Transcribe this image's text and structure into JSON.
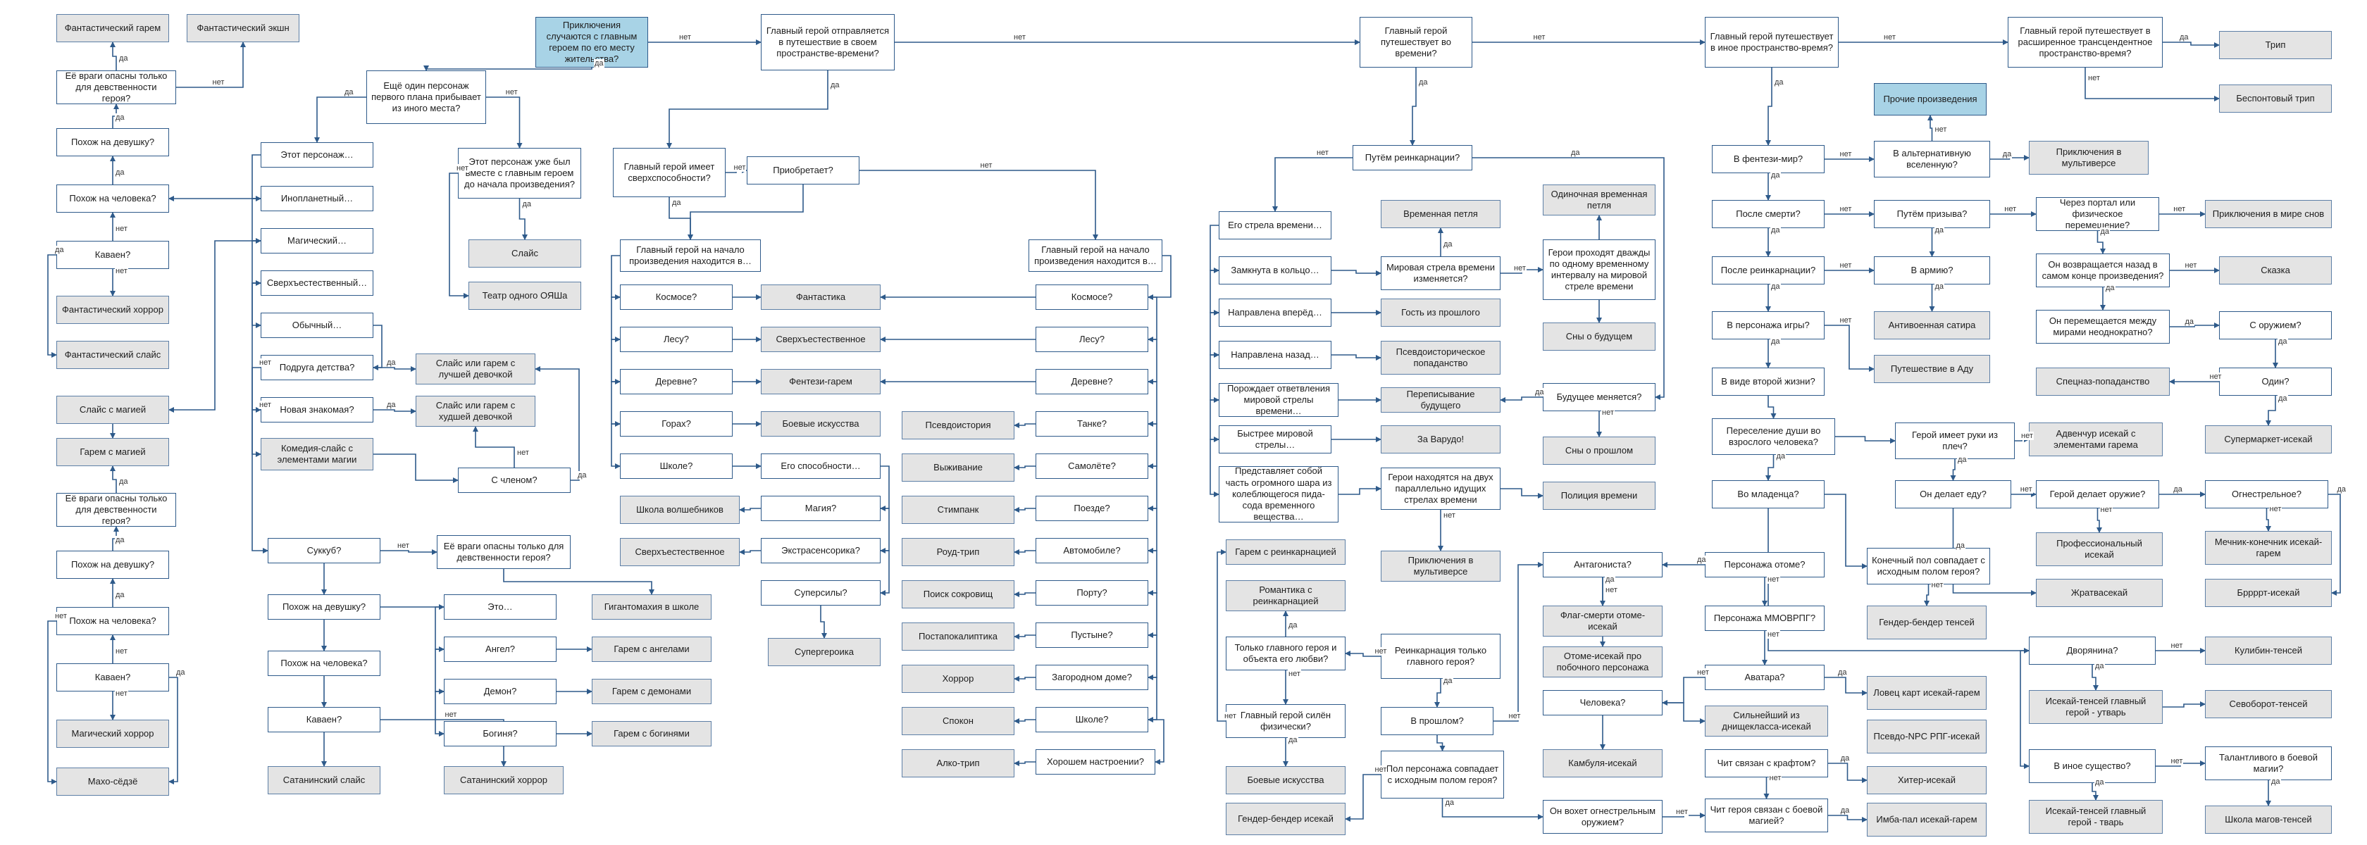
{
  "nodes": {
    "start": "Приключения случаются с главным героем по его месту жительства?",
    "travel": "Главный герой отправляется в путешествие в своем пространстве-времени?",
    "time_travel": "Главный герой путешествует во времени?",
    "other_spacetime": "Главный герой путешествует в иное пространство-время?",
    "transcend": "Главный герой путешествует в расширенное трансцендентное пространство-время?",
    "trip": "Трип",
    "bad_trip": "Беспонтовый трип",
    "other_works": "Прочие произведения",
    "fant_harem": "Фантастический гарем",
    "fant_action": "Фантастический экшн",
    "virgins1": "Её враги опасны только для девственности героя?",
    "like_girl1": "Похож на девушку?",
    "like_human1": "Похож на человека?",
    "kawaii1": "Каваен?",
    "fant_horror": "Фантастический хоррор",
    "fant_slice": "Фантастический слайс",
    "another_char": "Ещё один персонаж первого плана прибывает из иного места?",
    "this_char": "Этот персонаж…",
    "alien": "Инопланетный…",
    "magic": "Магический…",
    "supernat": "Сверхъестественный…",
    "ordinary": "Обычный…",
    "already_with": "Этот персонаж уже был вместе с главным героем до начала произведения?",
    "slice": "Слайс",
    "oyasha": "Театр одного ОЯШа",
    "childhood": "Подруга детства?",
    "new_acq": "Новая знакомая?",
    "harem_best": "Слайс или гарем с лучшей девочкой",
    "harem_worst": "Слайс или гарем с худшей девочкой",
    "comedy_slice": "Комедия-слайс с элементами магии",
    "with_member": "С членом?",
    "slice_magic": "Слайс с магией",
    "harem_magic": "Гарем с магией",
    "virgins2": "Её враги опасны только для девственности героя?",
    "like_girl2": "Похож на девушку?",
    "like_human2": "Похож на человека?",
    "kawaii2": "Каваен?",
    "magic_horror": "Магический хоррор",
    "maho": "Махо-сёдзё",
    "succubus": "Суккуб?",
    "virgins3": "Её враги опасны только для девственности героя?",
    "like_girl3": "Похож на девушку?",
    "like_human3": "Похож на человека?",
    "kawaii3": "Каваен?",
    "satan_slice": "Сатанинский слайс",
    "satan_horror": "Сатанинский хоррор",
    "gigant": "Гигантомахия в школе",
    "this_is": "Это…",
    "angel": "Ангел?",
    "demon": "Демон?",
    "goddess": "Богиня?",
    "harem_angels": "Гарем с ангелами",
    "harem_demons": "Гарем с демонами",
    "harem_goddess": "Гарем с богинями",
    "superpowers": "Главный герой имеет сверхспособности?",
    "acquires": "Приобретает?",
    "loc_a": "Главный герой на начало произведения находится в…",
    "loc_b": "Главный герой на начало произведения находится в…",
    "space_a": "Космосе?",
    "forest_a": "Лесу?",
    "village_a": "Деревне?",
    "mountain_a": "Горах?",
    "school_a": "Школе?",
    "fantastika": "Фантастика",
    "supernatural": "Сверхъестественное",
    "fantasy_harem": "Фентези-гарем",
    "martial_arts": "Боевые искусства",
    "his_abilities": "Его способности…",
    "magic_q": "Магия?",
    "extrasens": "Экстрасенсорика?",
    "superforce": "Суперсилы?",
    "supergero": "Супергероика",
    "wiz_school": "Школа волшебников",
    "supernat2": "Сверхъестественное",
    "space_b": "Космосе?",
    "forest_b": "Лесу?",
    "village_b": "Деревне?",
    "tank": "Танке?",
    "plane": "Самолёте?",
    "train": "Поезде?",
    "car": "Автомобиле?",
    "port": "Порту?",
    "desert": "Пустыне?",
    "country": "Загородном доме?",
    "school_b": "Школе?",
    "good_mood": "Хорошем настроении?",
    "pseudo": "Псевдоистория",
    "survival": "Выживание",
    "steampunk": "Стимпанк",
    "roadtrip": "Роуд-трип",
    "treasure": "Поиск сокровищ",
    "postapoc": "Постапокалиптика",
    "horror": "Хоррор",
    "spokon": "Спокон",
    "alcotrip": "Алко-трип",
    "reincarn_path": "Путём реинкарнации?",
    "arrow": "Его стрела времени…",
    "loop": "Замкнута в кольцо…",
    "forward": "Направлена вперёд…",
    "backward": "Направлена назад…",
    "orthogonal": "Порождает ответвления мировой стрелы времени…",
    "faster": "Быстрее мировой стрелы…",
    "sphere": "Представляет собой часть огромного шара из колеблющегося пида-сода временного вещества…",
    "time_loop": "Временная петля",
    "world_arrow": "Мировая стрела времени изменяется?",
    "guest": "Гость из прошлого",
    "pseudohist": "Псевдоисторическое попаданство",
    "rewrite": "Переписывание будущего",
    "varudo": "За Варудо!",
    "two_arrows": "Герои находятся на двух параллельно идущих стрелах времени",
    "multiverse_adv1": "Приключения в мультиверсе",
    "single_loop": "Одиночная временная петля",
    "twice": "Герои проходят дважды по одному временному интервалу на мировой стреле времени",
    "future_dreams": "Сны о будущем",
    "future_changes": "Будущее меняется?",
    "past_dreams": "Сны о прошлом",
    "time_police": "Полиция времени",
    "harem_reinc": "Гарем с реинкарнацией",
    "romance_reinc": "Романтика с реинкарнацией",
    "only_hero": "Только главного героя и объекта его любви?",
    "phys_strong": "Главный герой силён физически?",
    "martial2": "Боевые искусства",
    "gender_isekai": "Гендер-бендер исекай",
    "reinc_only": "Реинкарнация только главного героя?",
    "in_past": "В прошлом?",
    "gender_match": "Пол персонажа совпадает с исходным полом героя?",
    "antagonist": "Антагониста?",
    "flag_death": "Флаг-смерти отоме-исекай",
    "otome_side": "Отоме-исекай про побочного персонажа",
    "human_q": "Человека?",
    "kambula": "Камбуля-исекай",
    "firearm": "Он вохет огнестрельным оружием?",
    "otome_char": "Персонажа отоме?",
    "mmorpg_char": "Персонажа ММОВРПГ?",
    "avatar": "Аватара?",
    "strongest": "Сильнейший из днищекласса-исекай",
    "cheat_craft": "Чит связан с крафтом?",
    "cheat_magic": "Чит героя связан с боевой магией?",
    "fisherman": "Ловец карт исекай-гарем",
    "npc_rpg": "Псевдо-NPC РПГ-исекай",
    "hitre": "Хитер-исекай",
    "imba": "Имба-пал исекай-гарем",
    "in_fantasy": "В фентези-мир?",
    "alt_universe": "В альтернативную вселенную?",
    "multiverse_adv2": "Приключения в мультиверсе",
    "after_death": "После смерти?",
    "summon": "Путём призыва?",
    "portal": "Через портал или физическое перемещение?",
    "dreams_adv": "Приключения в мире снов",
    "after_reinc": "После реинкарнации?",
    "army": "В армию?",
    "return": "Он возвращается назад в самом конце произведения?",
    "fairytale": "Сказка",
    "game_char": "В персонажа игры?",
    "army_satire": "Антивоенная сатира",
    "hell_trip": "Путешествие в Аду",
    "between_worlds": "Он перемещается между мирами неоднократно?",
    "weapon": "С оружием?",
    "alone": "Один?",
    "other_life": "В виде второй жизни?",
    "spec_hit": "Спецназ-попаданство",
    "adult_soul": "Переселение души во взрослого человека?",
    "has_hands": "Герой имеет руки из плеч?",
    "adventurer": "Адвенчур исекай с элементами гарема",
    "supermarket": "Супермаркет-исекай",
    "baby": "Во младенца?",
    "final_gender": "Конечный пол совпадает с исходным полом героя?",
    "eats": "Он делает еду?",
    "makes_weapon": "Герой делает оружие?",
    "firearm2": "Огнестрельное?",
    "gender_tensei": "Гендер-бендер тенсей",
    "pro": "Профессиональный исекай",
    "zhratva": "Жратвасекай",
    "sword": "Мечник-конечник исекай-гарем",
    "brrrt": "Бррррт-исекай",
    "noble": "Дворянина?",
    "kulibin": "Кулибин-тенсей",
    "tensei_tool": "Исекай-тенсей главный герой - утварь",
    "sevoborot": "Севоборот-тенсей",
    "other_being": "В иное существо?",
    "talented": "Талантливого в боевой магии?",
    "tensei_tvar": "Исекай-тенсей главный герой - тварь",
    "mage_school": "Школа магов-тенсей"
  },
  "edge_labels": {
    "yes": "да",
    "no": "нет"
  }
}
